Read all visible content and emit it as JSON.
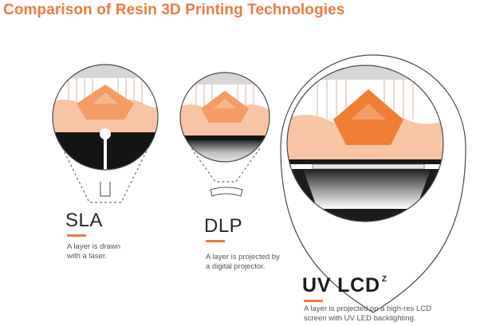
{
  "title": "Comparison of Resin 3D Printing Technologies",
  "colors": {
    "accent": "#ee7a3e",
    "resin_light": "#f6b894",
    "resin_dark": "#f07f36",
    "outline": "#4a4a4a"
  },
  "technologies": [
    {
      "name": "SLA",
      "superscript": "",
      "description": "A layer is drawn\nwith a laser."
    },
    {
      "name": "DLP",
      "superscript": "",
      "description": "A layer is projected by\na digital projector."
    },
    {
      "name": "UV LCD",
      "superscript": "Z",
      "description": "A layer is projected on a high-res LCD\nscreen with UV LED backlighting."
    }
  ]
}
